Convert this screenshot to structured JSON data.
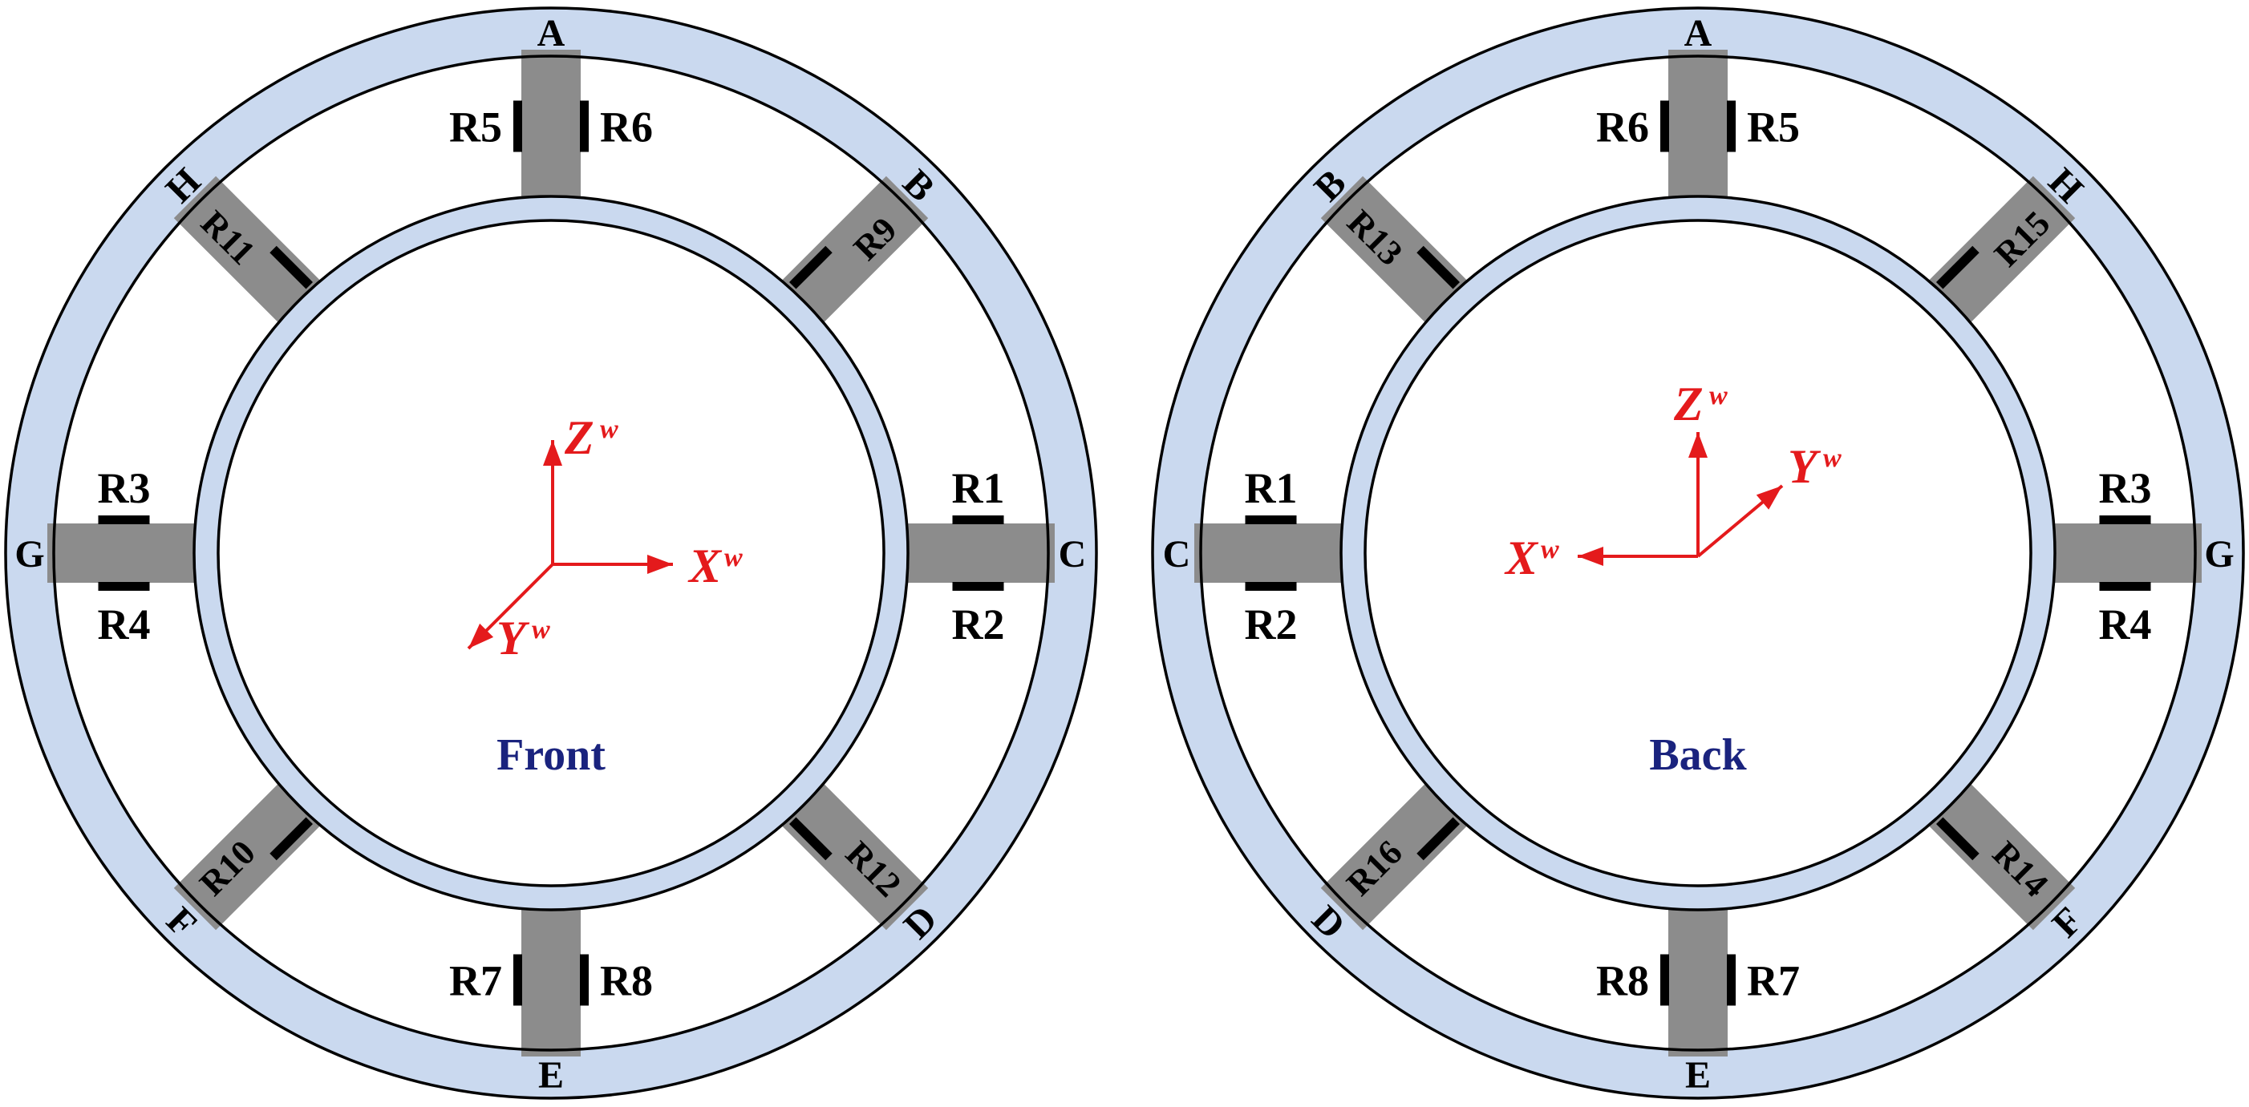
{
  "colors": {
    "ring": "#cad9ef",
    "beam": "#8c8c8c",
    "gauge": "#000000",
    "axis": "#e41a1c",
    "view_label": "#1a237e"
  },
  "views": [
    {
      "id": "front",
      "title": "Front",
      "nodes": {
        "top": "A",
        "top_right": "B",
        "right": "C",
        "bottom_right": "D",
        "bottom": "E",
        "bottom_left": "F",
        "left": "G",
        "top_left": "H"
      },
      "top_beam": {
        "left": "R5",
        "right": "R6"
      },
      "bottom_beam": {
        "left": "R7",
        "right": "R8"
      },
      "left_beam": {
        "top": "R3",
        "bottom": "R4"
      },
      "right_beam": {
        "top": "R1",
        "bottom": "R2"
      },
      "diagonals": {
        "top_left": "R11",
        "top_right": "R9",
        "bottom_left": "R10",
        "bottom_right": "R12"
      },
      "axes": {
        "z": "Z",
        "x": "X",
        "y": "Y",
        "superscript": "w"
      }
    },
    {
      "id": "back",
      "title": "Back",
      "nodes": {
        "top": "A",
        "top_right": "H",
        "right": "G",
        "bottom_right": "F",
        "bottom": "E",
        "bottom_left": "D",
        "left": "C",
        "top_left": "B"
      },
      "top_beam": {
        "left": "R6",
        "right": "R5"
      },
      "bottom_beam": {
        "left": "R8",
        "right": "R7"
      },
      "left_beam": {
        "top": "R1",
        "bottom": "R2"
      },
      "right_beam": {
        "top": "R3",
        "bottom": "R4"
      },
      "diagonals": {
        "top_left": "R13",
        "top_right": "R15",
        "bottom_left": "R16",
        "bottom_right": "R14"
      },
      "axes": {
        "z": "Z",
        "x": "X",
        "y": "Y",
        "superscript": "w"
      }
    }
  ]
}
